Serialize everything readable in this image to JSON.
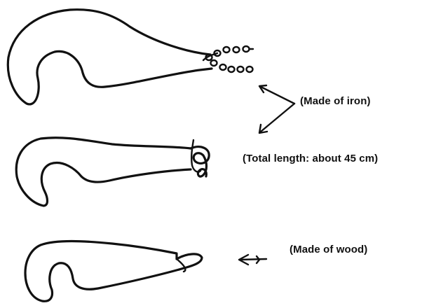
{
  "labels": {
    "iron": "(Made of iron)",
    "length": "(Total length: about 45 cm)",
    "wood": "(Made of wood)"
  },
  "colors": {
    "ink": "#111111",
    "background": "#ffffff"
  }
}
